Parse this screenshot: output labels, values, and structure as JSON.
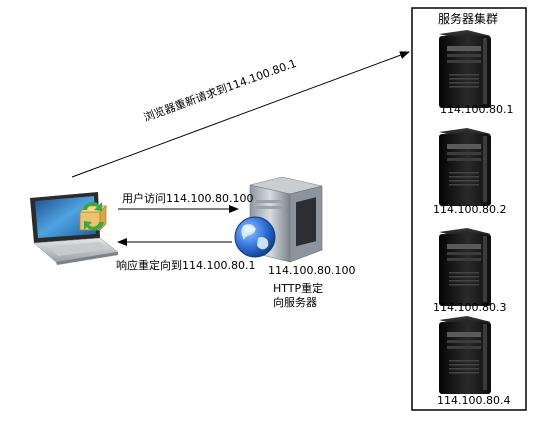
{
  "diagram": {
    "cluster": {
      "title": "服务器集群",
      "servers": [
        {
          "ip": "114.100.80.1"
        },
        {
          "ip": "114.100.80.2"
        },
        {
          "ip": "114.100.80.3"
        },
        {
          "ip": "114.100.80.4"
        }
      ]
    },
    "redirect_server": {
      "ip": "114.100.80.100",
      "name_line1": "HTTP重定",
      "name_line2": "向服务器"
    },
    "arrows": {
      "browser_request": "浏览器重新请求到114.100.80.1",
      "user_visit": "用户访问114.100.80.100",
      "redirect_response": "响应重定向到114.100.80.1"
    },
    "icons": {
      "client": "laptop-icon",
      "refresh": "refresh-arrows-icon",
      "redirect_server": "tower-server-icon",
      "globe": "globe-icon",
      "cluster_server": "tower-server-icon"
    },
    "colors": {
      "line": "#000000",
      "server_body": "#1a1a1a",
      "globe": "#2f6fd6",
      "laptop_screen": "#2a6fb0"
    }
  }
}
